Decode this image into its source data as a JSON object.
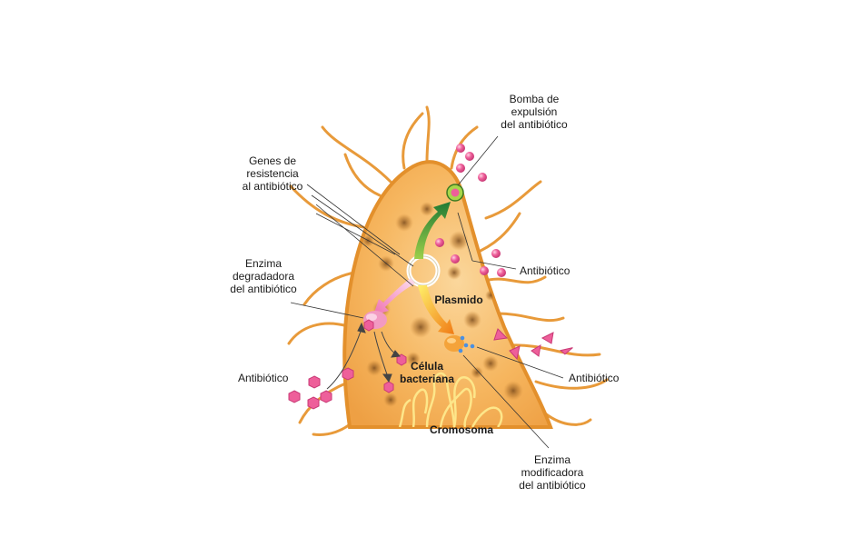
{
  "diagram": {
    "labels": {
      "pump": "Bomba de\nexpulsión\ndel antibiótico",
      "genes": "Genes de\nresistencia\nal antibiótico",
      "degrading_enzyme": "Enzima\ndegradadora\ndel antibiótico",
      "antibiotic_right_top": "Antibiótico",
      "antibiotic_left": "Antibiótico",
      "antibiotic_right_bottom": "Antibiótico",
      "modifying_enzyme": "Enzima\nmodificadora\ndel antibiótico",
      "plasmid": "Plasmido",
      "cell": "Célula\nbacteriana",
      "chromosome": "Cromosoma"
    },
    "colors": {
      "cell_fill": "#f6b65f",
      "cell_outline": "#e3902c",
      "flagella": "#e89a3a",
      "antibiotic": "#ee5f9a",
      "antibiotic_light": "#f7a7c6",
      "chromosome": "#fde68a",
      "plasmid_ring": "#ffffff",
      "arrow_green": "#2f8a3a",
      "arrow_pink": "#f07ab5",
      "arrow_orange": "#f58b1f",
      "pump_ring": "#a8d64a"
    }
  }
}
